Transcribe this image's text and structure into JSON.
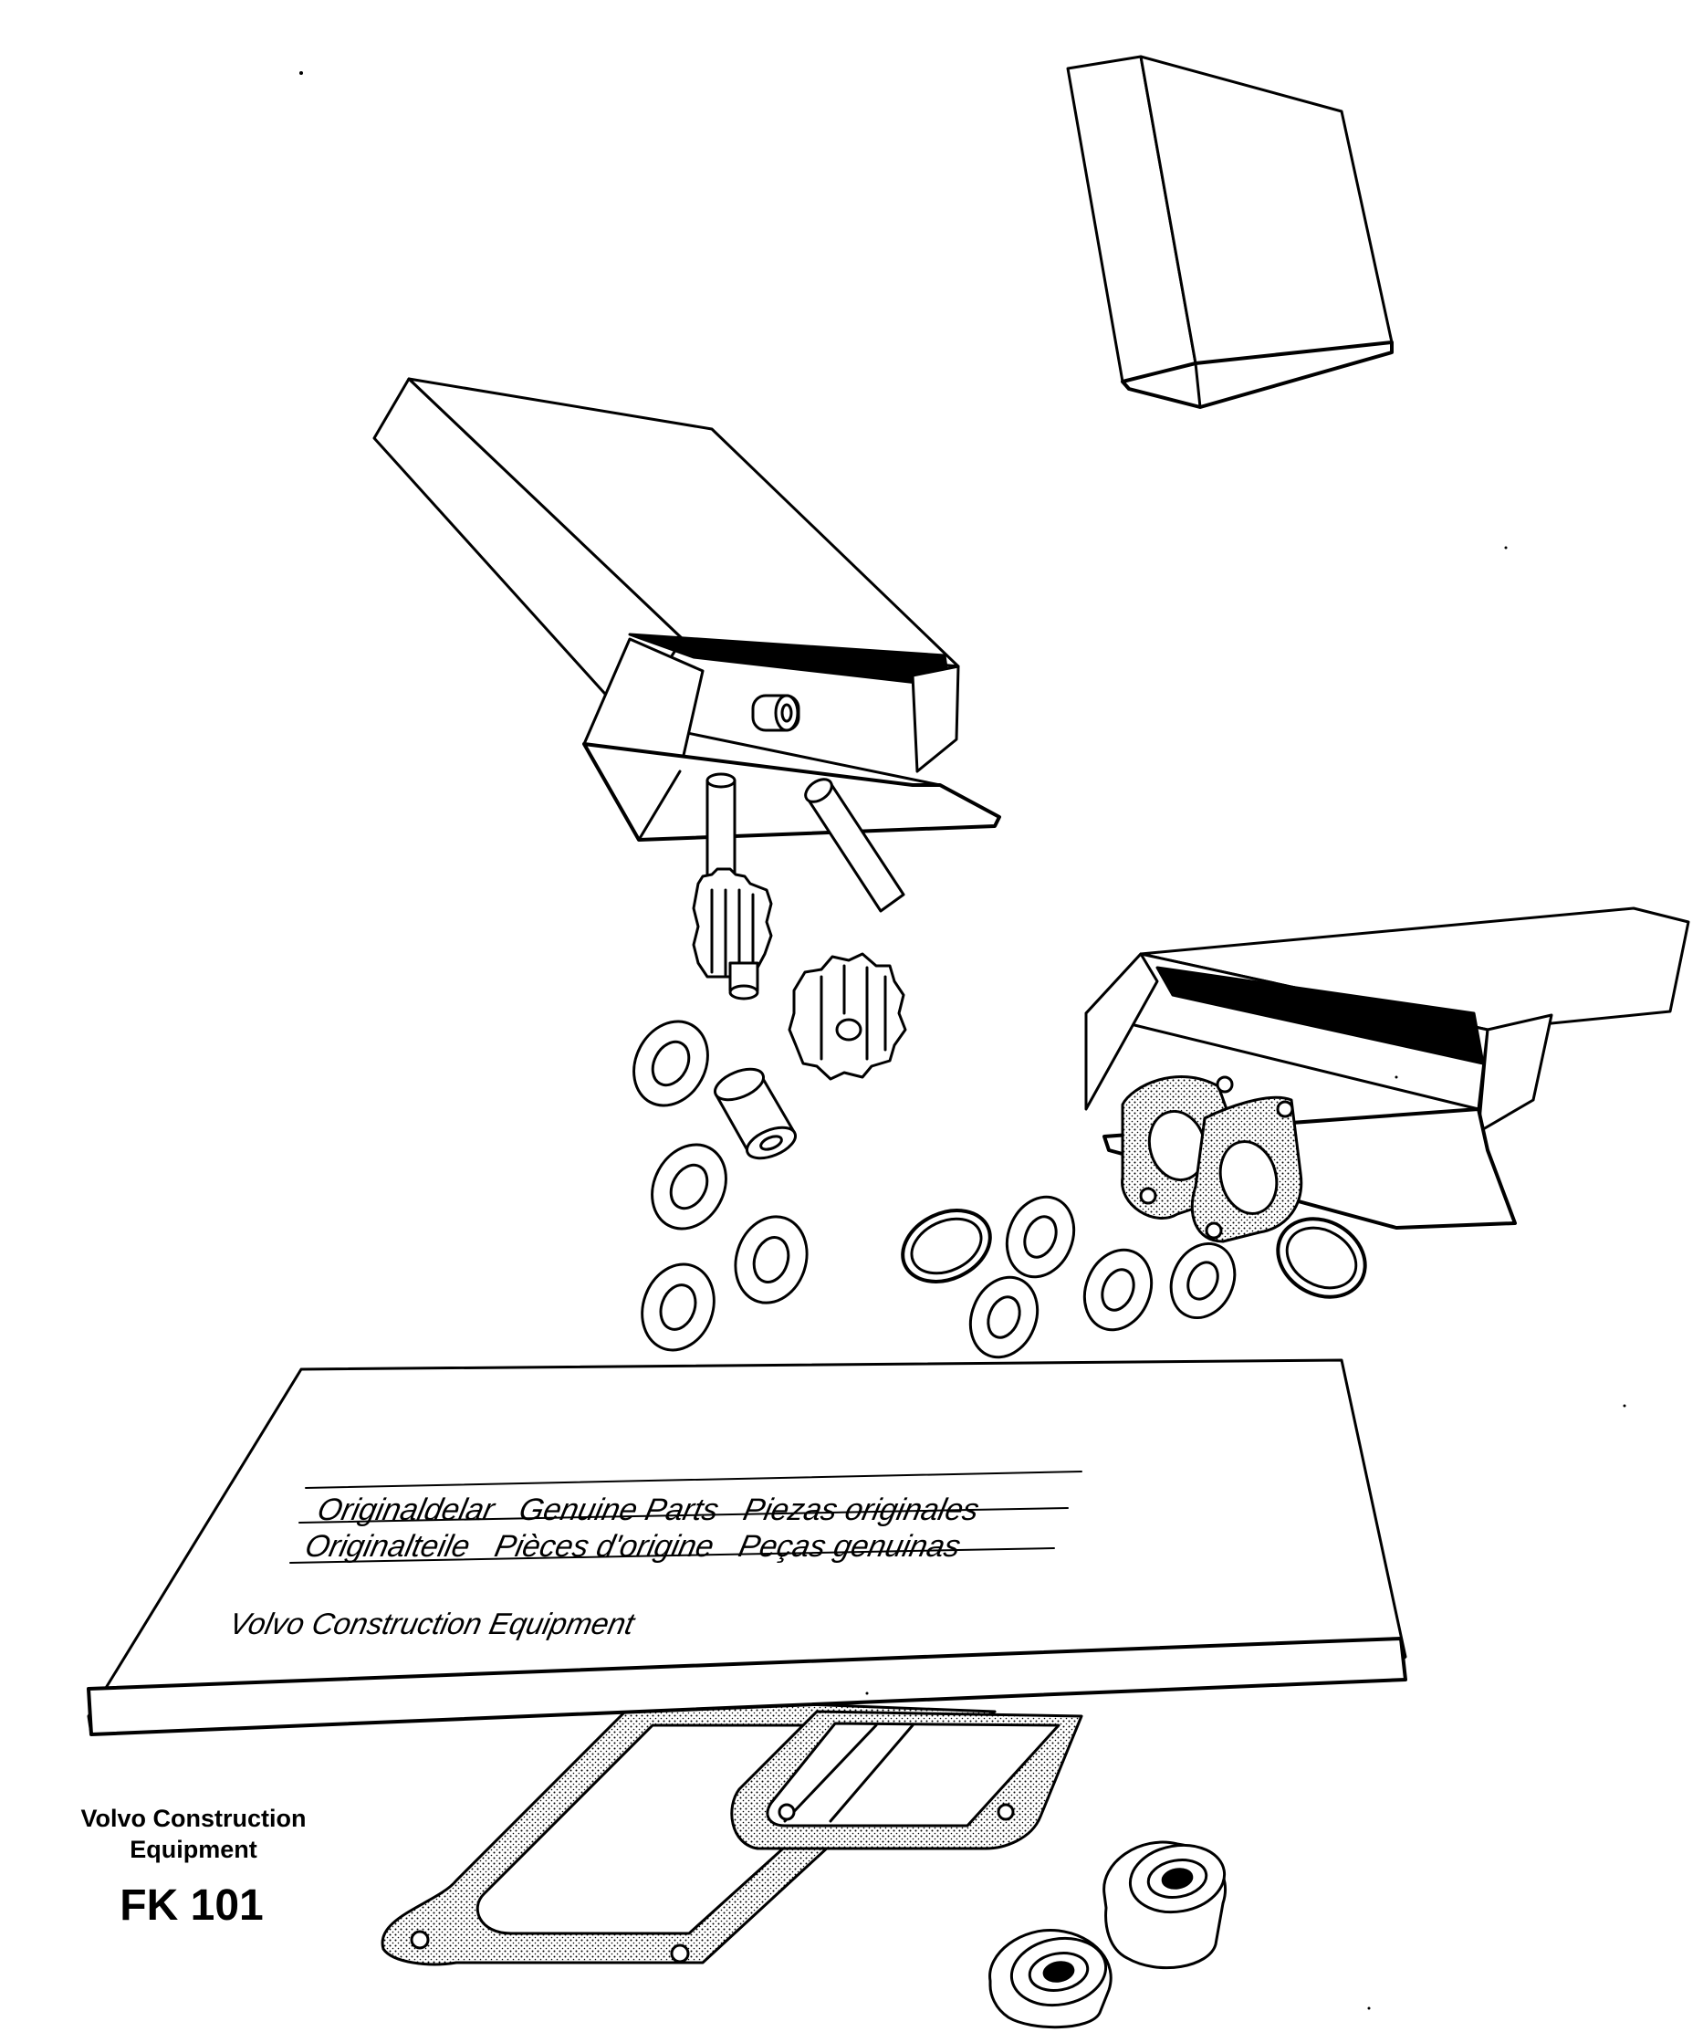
{
  "board": {
    "line1": "Originaldelar   Genuine Parts   Piezas originales",
    "line2": "Originalteile   Pièces d'origine   Peças genuinas",
    "brand": "Volvo Construction Equipment"
  },
  "caption": {
    "line1": "Volvo Construction",
    "line2": "Equipment",
    "code": "FK 101"
  },
  "icons": {
    "parts_box_closed": "closed-box-icon",
    "parts_box_open": "open-box-icon",
    "gear": "gear-icon",
    "washer": "washer-icon",
    "gasket": "gasket-icon",
    "bearing": "bearing-icon"
  }
}
